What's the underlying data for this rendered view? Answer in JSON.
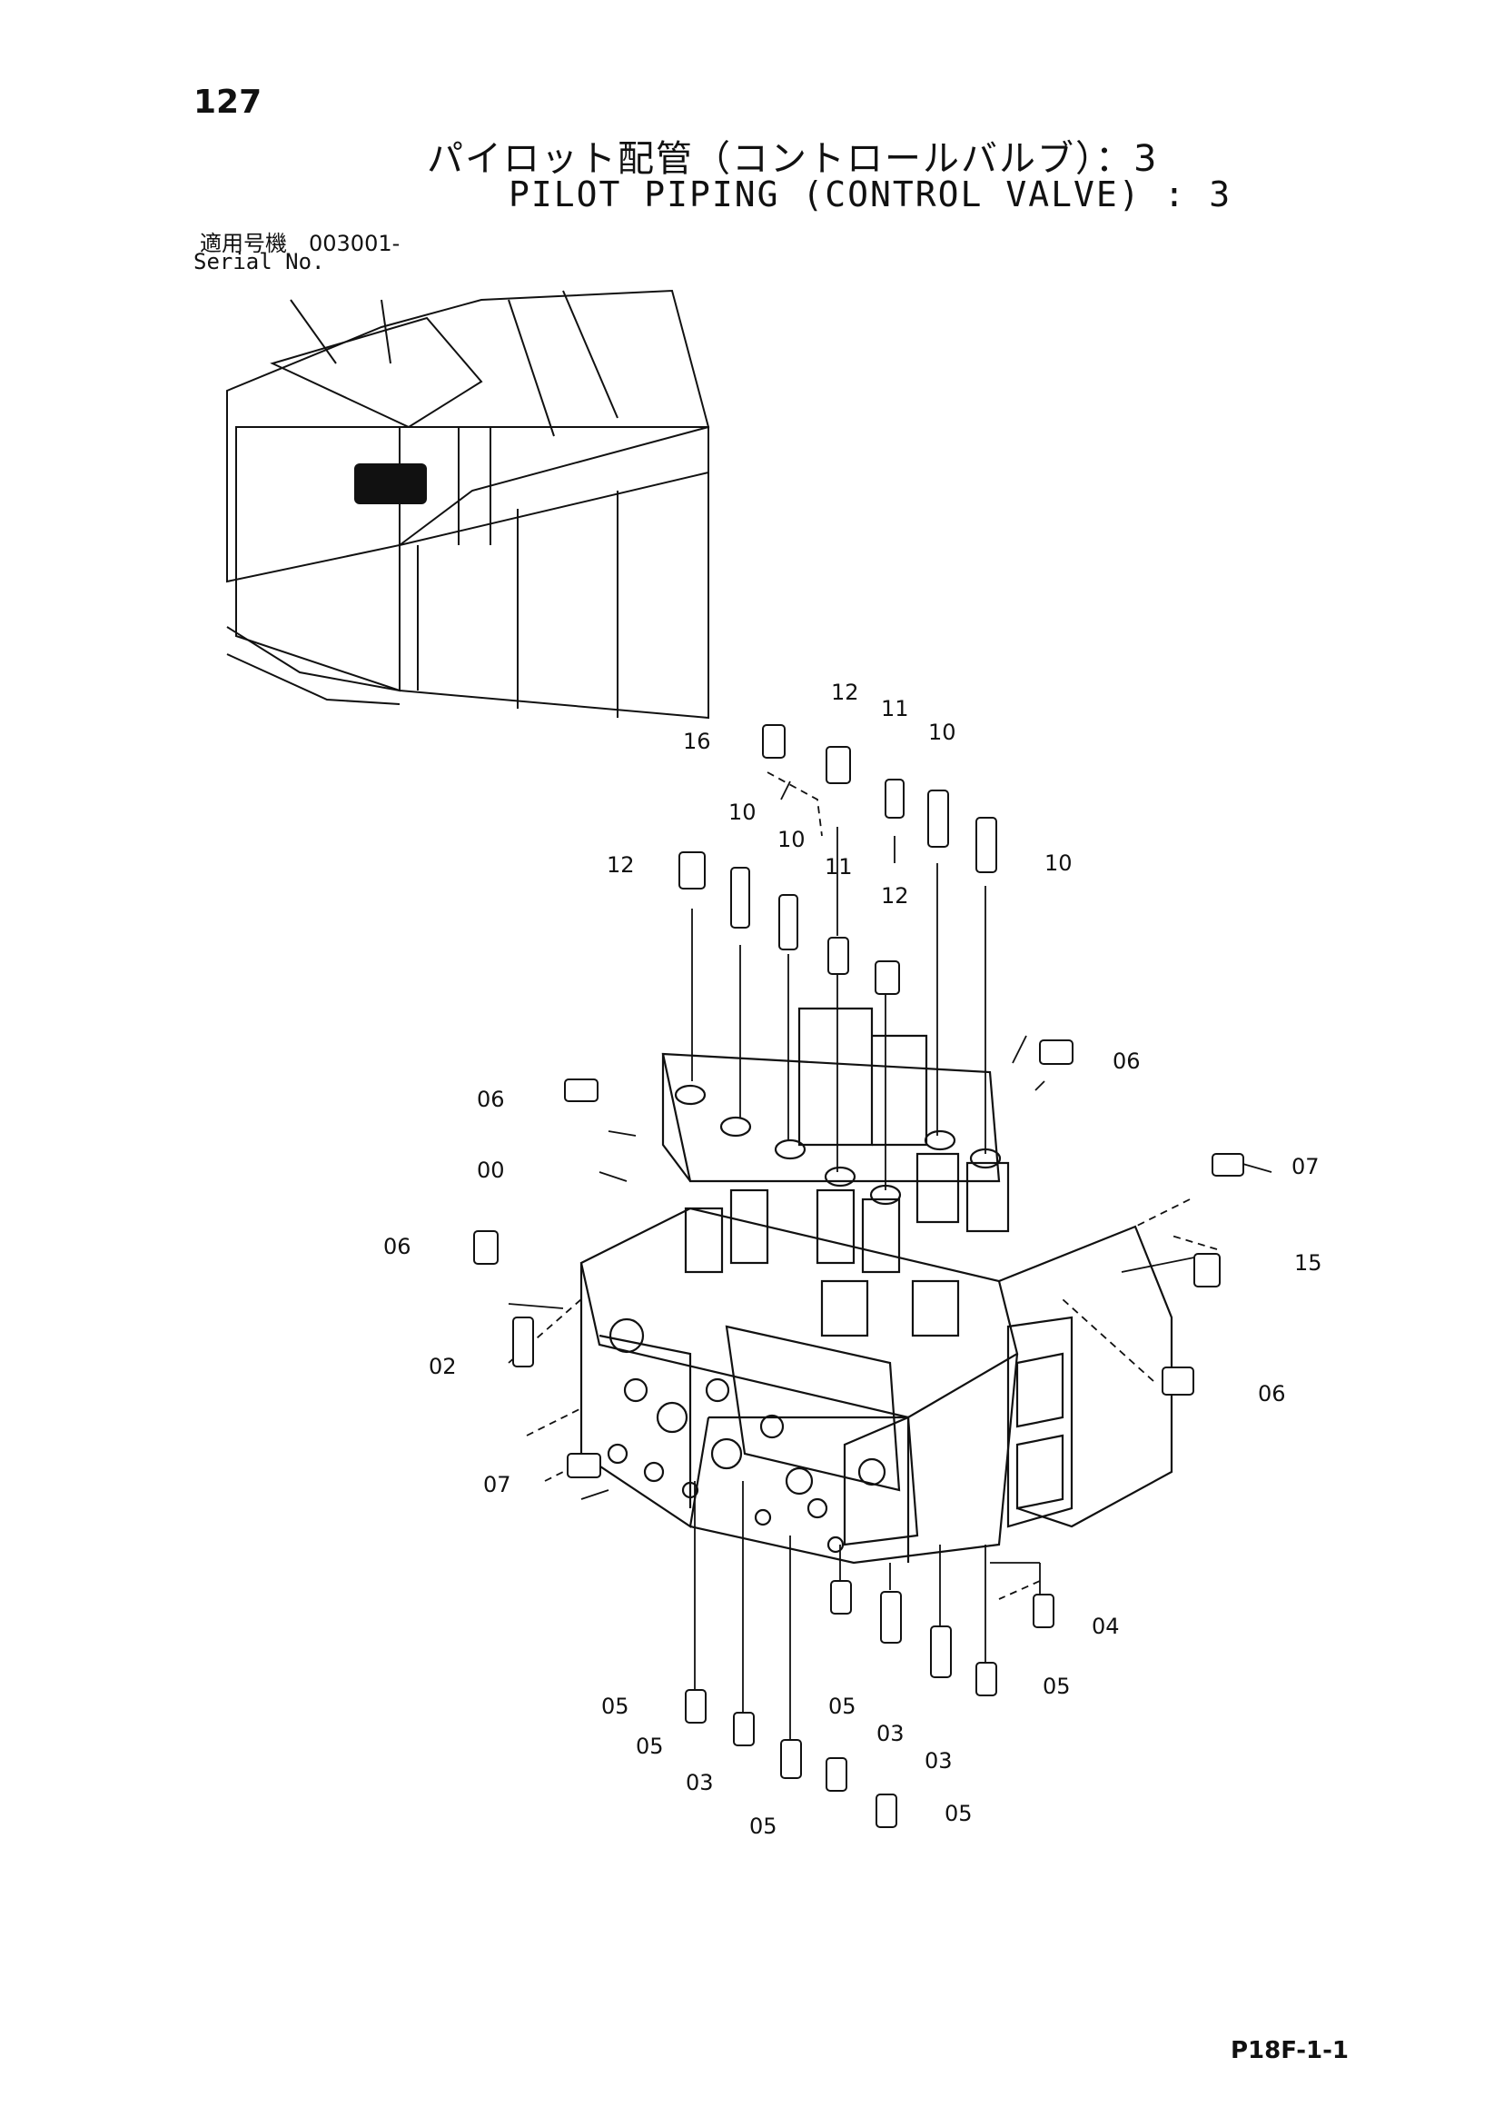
{
  "header": {
    "page_number": "127",
    "title_jp": "パイロット配管（コントロールバルブ）：3",
    "title_en": "PILOT PIPING (CONTROL VALVE) : 3",
    "serial_label_jp": "適用号機　003001-",
    "serial_label_en": "Serial No."
  },
  "callouts": [
    {
      "label": "16"
    },
    {
      "label": "12"
    },
    {
      "label": "11"
    },
    {
      "label": "10"
    },
    {
      "label": "12"
    },
    {
      "label": "10"
    },
    {
      "label": "10"
    },
    {
      "label": "11"
    },
    {
      "label": "10"
    },
    {
      "label": "12"
    },
    {
      "label": "06"
    },
    {
      "label": "06"
    },
    {
      "label": "00"
    },
    {
      "label": "07"
    },
    {
      "label": "06"
    },
    {
      "label": "15"
    },
    {
      "label": "02"
    },
    {
      "label": "06"
    },
    {
      "label": "07"
    },
    {
      "label": "04"
    },
    {
      "label": "05"
    },
    {
      "label": "05"
    },
    {
      "label": "05"
    },
    {
      "label": "03"
    },
    {
      "label": "03"
    },
    {
      "label": "05"
    },
    {
      "label": "03"
    },
    {
      "label": "05"
    },
    {
      "label": "05"
    }
  ],
  "footer": {
    "doc_code": "P18F-1-1"
  }
}
